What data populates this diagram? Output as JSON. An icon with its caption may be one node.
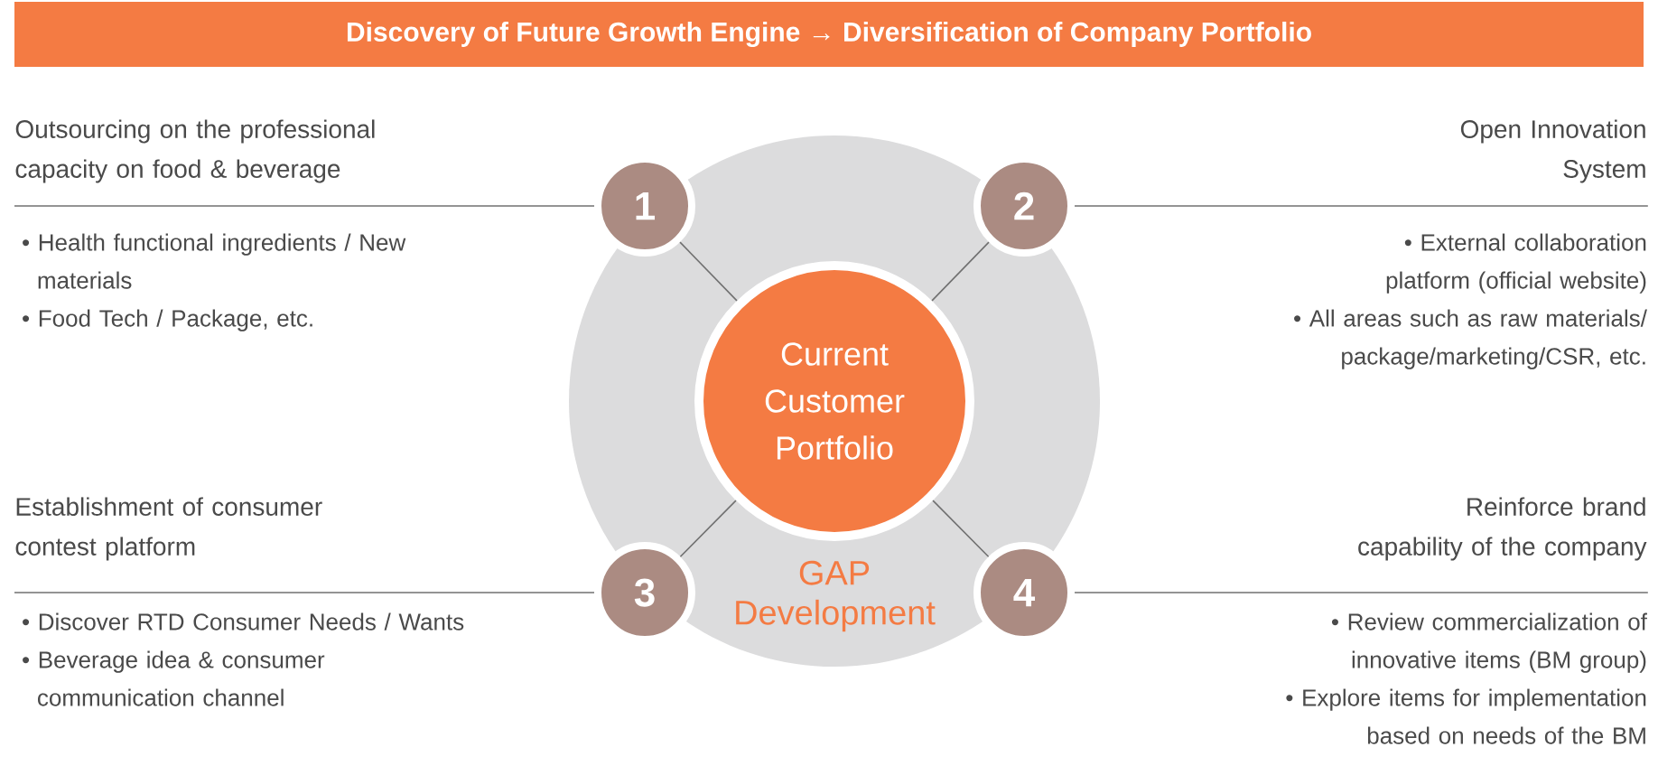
{
  "diagram": {
    "title": "Discovery of Future Growth Engine → Diversification of Company Portfolio",
    "nodes": [
      {
        "text": [
          "GAP Development"
        ]
      },
      {
        "text": [
          "Current Customer Portfolio"
        ],
        "in": 0
      },
      {
        "text": [
          "1"
        ]
      },
      {
        "text": [
          "2"
        ]
      },
      {
        "text": [
          "3"
        ]
      },
      {
        "text": [
          "4"
        ]
      },
      {
        "text": [
          "Outsourcing on the professional capacity on food & beverage",
          "• Health functional ingredients / New materials",
          "• Food Tech / Package, etc."
        ]
      },
      {
        "text": [
          "Open Innovation System",
          "• External collaboration platform (official website)",
          "• All areas such as raw materials/ package/marketing/CSR, etc."
        ]
      },
      {
        "text": [
          "Establishment of consumer contest platform",
          "• Discover RTD Consumer Needs / Wants",
          "• Beverage idea & consumer communication channel"
        ]
      },
      {
        "text": [
          "Reinforce brand capability of the company",
          "• Review commercialization of innovative items (BM group)",
          "• Explore items for implementation based on needs of the BM"
        ]
      }
    ],
    "edges": [
      {
        "from": 1,
        "to": 2,
        "arrow": "none"
      },
      {
        "from": 1,
        "to": 3,
        "arrow": "none"
      },
      {
        "from": 1,
        "to": 4,
        "arrow": "none"
      },
      {
        "from": 1,
        "to": 5,
        "arrow": "none"
      },
      {
        "from": 2,
        "to": 6,
        "arrow": "none"
      },
      {
        "from": 3,
        "to": 7,
        "arrow": "none"
      },
      {
        "from": 4,
        "to": 8,
        "arrow": "none"
      },
      {
        "from": 5,
        "to": 9,
        "arrow": "none"
      }
    ]
  }
}
